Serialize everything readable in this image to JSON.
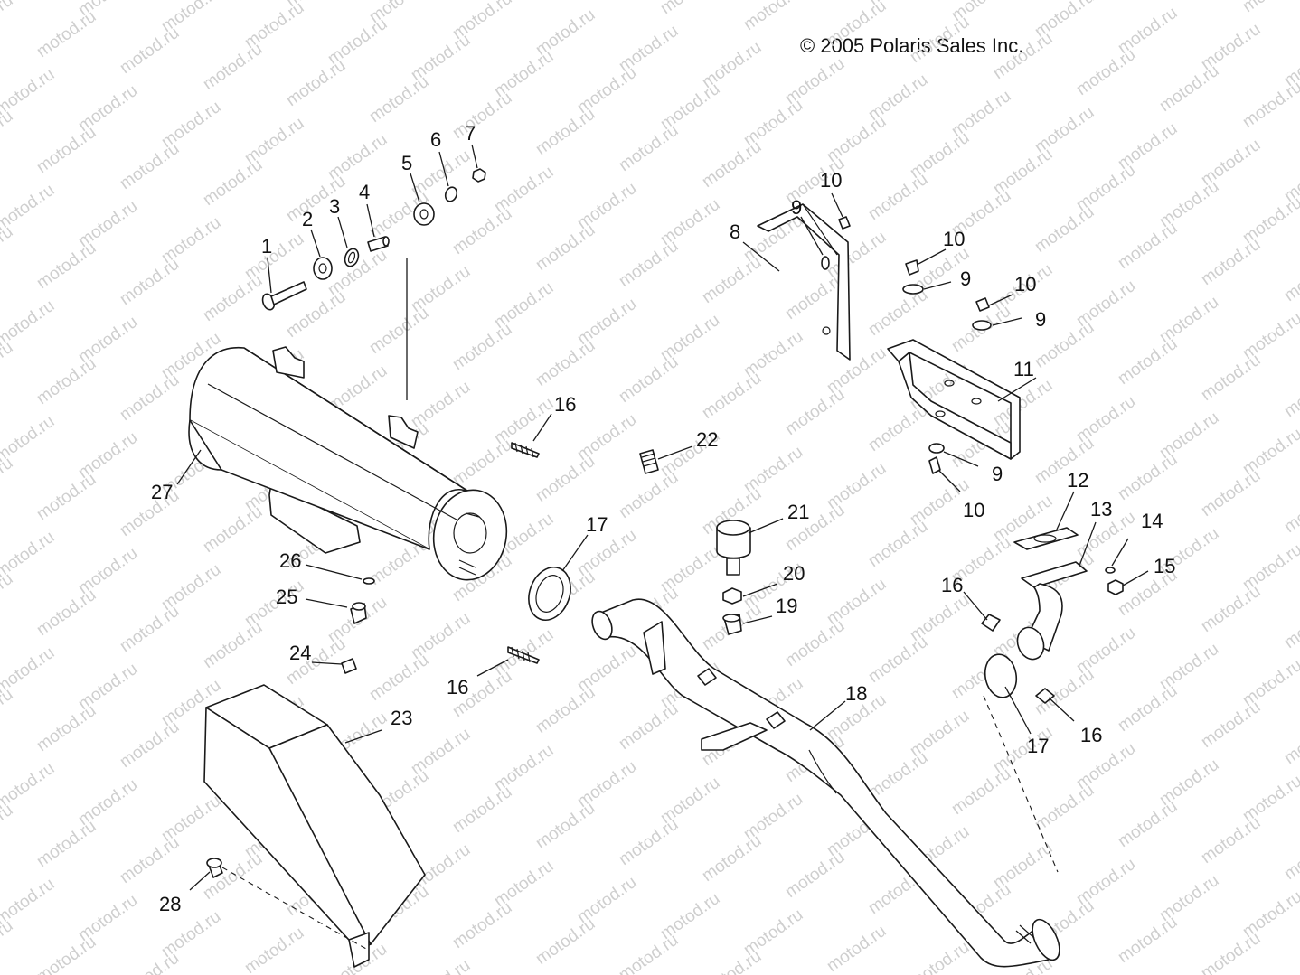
{
  "copyright": "© 2005 Polaris Sales Inc.",
  "watermark_text": "motod.ru",
  "callouts": [
    {
      "id": "1",
      "label": "1"
    },
    {
      "id": "2",
      "label": "2"
    },
    {
      "id": "3",
      "label": "3"
    },
    {
      "id": "4",
      "label": "4"
    },
    {
      "id": "5",
      "label": "5"
    },
    {
      "id": "6",
      "label": "6"
    },
    {
      "id": "7",
      "label": "7"
    },
    {
      "id": "8",
      "label": "8"
    },
    {
      "id": "9a",
      "label": "9"
    },
    {
      "id": "9b",
      "label": "9"
    },
    {
      "id": "9c",
      "label": "9"
    },
    {
      "id": "9d",
      "label": "9"
    },
    {
      "id": "10a",
      "label": "10"
    },
    {
      "id": "10b",
      "label": "10"
    },
    {
      "id": "10c",
      "label": "10"
    },
    {
      "id": "10d",
      "label": "10"
    },
    {
      "id": "11",
      "label": "11"
    },
    {
      "id": "12",
      "label": "12"
    },
    {
      "id": "13",
      "label": "13"
    },
    {
      "id": "14",
      "label": "14"
    },
    {
      "id": "15",
      "label": "15"
    },
    {
      "id": "16a",
      "label": "16"
    },
    {
      "id": "16b",
      "label": "16"
    },
    {
      "id": "16c",
      "label": "16"
    },
    {
      "id": "16d",
      "label": "16"
    },
    {
      "id": "17a",
      "label": "17"
    },
    {
      "id": "17b",
      "label": "17"
    },
    {
      "id": "18",
      "label": "18"
    },
    {
      "id": "19",
      "label": "19"
    },
    {
      "id": "20",
      "label": "20"
    },
    {
      "id": "21",
      "label": "21"
    },
    {
      "id": "22",
      "label": "22"
    },
    {
      "id": "23",
      "label": "23"
    },
    {
      "id": "24",
      "label": "24"
    },
    {
      "id": "25",
      "label": "25"
    },
    {
      "id": "26",
      "label": "26"
    },
    {
      "id": "27",
      "label": "27"
    },
    {
      "id": "28",
      "label": "28"
    }
  ]
}
